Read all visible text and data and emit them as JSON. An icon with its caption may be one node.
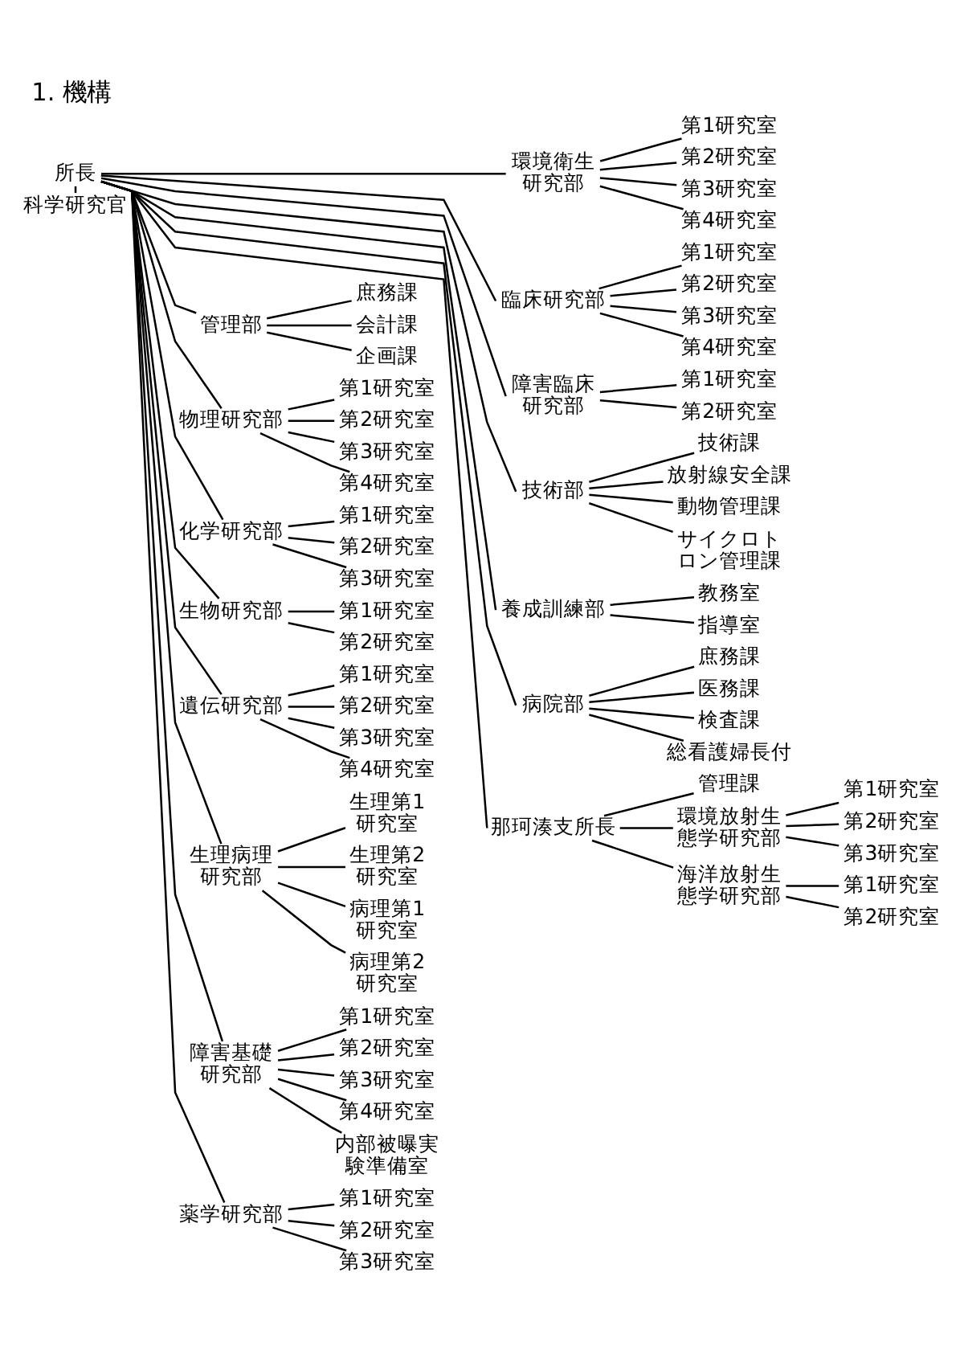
{
  "diagram": {
    "title": "1. 機構",
    "nodes": [
      {
        "text": [
          "所長"
        ]
      },
      {
        "text": [
          "科学研究官"
        ]
      },
      {
        "text": [
          "管理部"
        ]
      },
      {
        "text": [
          "庶務課"
        ]
      },
      {
        "text": [
          "会計課"
        ]
      },
      {
        "text": [
          "企画課"
        ]
      },
      {
        "text": [
          "物理研究部"
        ]
      },
      {
        "text": [
          "第1研究室"
        ]
      },
      {
        "text": [
          "第2研究室"
        ]
      },
      {
        "text": [
          "第3研究室"
        ]
      },
      {
        "text": [
          "第4研究室"
        ]
      },
      {
        "text": [
          "化学研究部"
        ]
      },
      {
        "text": [
          "第1研究室"
        ]
      },
      {
        "text": [
          "第2研究室"
        ]
      },
      {
        "text": [
          "第3研究室"
        ]
      },
      {
        "text": [
          "生物研究部"
        ]
      },
      {
        "text": [
          "第1研究室"
        ]
      },
      {
        "text": [
          "第2研究室"
        ]
      },
      {
        "text": [
          "遺伝研究部"
        ]
      },
      {
        "text": [
          "第1研究室"
        ]
      },
      {
        "text": [
          "第2研究室"
        ]
      },
      {
        "text": [
          "第3研究室"
        ]
      },
      {
        "text": [
          "第4研究室"
        ]
      },
      {
        "text": [
          "生理病理研究部"
        ]
      },
      {
        "text": [
          "生理第1研究室"
        ]
      },
      {
        "text": [
          "生理第2研究室"
        ]
      },
      {
        "text": [
          "病理第1研究室"
        ]
      },
      {
        "text": [
          "病理第2研究室"
        ]
      },
      {
        "text": [
          "障害基礎研究部"
        ]
      },
      {
        "text": [
          "第1研究室"
        ]
      },
      {
        "text": [
          "第2研究室"
        ]
      },
      {
        "text": [
          "第3研究室"
        ]
      },
      {
        "text": [
          "第4研究室"
        ]
      },
      {
        "text": [
          "内部被曝実験準備室"
        ]
      },
      {
        "text": [
          "薬学研究部"
        ]
      },
      {
        "text": [
          "第1研究室"
        ]
      },
      {
        "text": [
          "第2研究室"
        ]
      },
      {
        "text": [
          "第3研究室"
        ]
      },
      {
        "text": [
          "環境衛生研究部"
        ]
      },
      {
        "text": [
          "第1研究室"
        ]
      },
      {
        "text": [
          "第2研究室"
        ]
      },
      {
        "text": [
          "第3研究室"
        ]
      },
      {
        "text": [
          "第4研究室"
        ]
      },
      {
        "text": [
          "臨床研究部"
        ]
      },
      {
        "text": [
          "第1研究室"
        ]
      },
      {
        "text": [
          "第2研究室"
        ]
      },
      {
        "text": [
          "第3研究室"
        ]
      },
      {
        "text": [
          "第4研究室"
        ]
      },
      {
        "text": [
          "障害臨床研究部"
        ]
      },
      {
        "text": [
          "第1研究室"
        ]
      },
      {
        "text": [
          "第2研究室"
        ]
      },
      {
        "text": [
          "技術部"
        ]
      },
      {
        "text": [
          "技術課"
        ]
      },
      {
        "text": [
          "放射線安全課"
        ]
      },
      {
        "text": [
          "動物管理課"
        ]
      },
      {
        "text": [
          "サイクロトロン管理課"
        ]
      },
      {
        "text": [
          "養成訓練部"
        ]
      },
      {
        "text": [
          "教務室"
        ]
      },
      {
        "text": [
          "指導室"
        ]
      },
      {
        "text": [
          "病院部"
        ]
      },
      {
        "text": [
          "庶務課"
        ]
      },
      {
        "text": [
          "医務課"
        ]
      },
      {
        "text": [
          "検査課"
        ]
      },
      {
        "text": [
          "総看護婦長付"
        ]
      },
      {
        "text": [
          "那珂湊支所長"
        ]
      },
      {
        "text": [
          "管理課"
        ]
      },
      {
        "text": [
          "環境放射生態学研究部"
        ]
      },
      {
        "text": [
          "第1研究室"
        ]
      },
      {
        "text": [
          "第2研究室"
        ]
      },
      {
        "text": [
          "第3研究室"
        ]
      },
      {
        "text": [
          "海洋放射生態学研究部"
        ]
      },
      {
        "text": [
          "第1研究室"
        ]
      },
      {
        "text": [
          "第2研究室"
        ]
      }
    ],
    "edges": [
      {
        "from": 0,
        "to": 38,
        "arrow": "none"
      },
      {
        "from": 0,
        "to": 43,
        "arrow": "none"
      },
      {
        "from": 0,
        "to": 48,
        "arrow": "none"
      },
      {
        "from": 0,
        "to": 51,
        "arrow": "none"
      },
      {
        "from": 0,
        "to": 56,
        "arrow": "none"
      },
      {
        "from": 0,
        "to": 59,
        "arrow": "none"
      },
      {
        "from": 0,
        "to": 64,
        "arrow": "none"
      },
      {
        "from": 0,
        "to": 1,
        "arrow": "none"
      },
      {
        "from": 0,
        "to": 2,
        "arrow": "none"
      },
      {
        "from": 2,
        "to": 3,
        "arrow": "none"
      },
      {
        "from": 2,
        "to": 4,
        "arrow": "none"
      },
      {
        "from": 2,
        "to": 5,
        "arrow": "none"
      },
      {
        "from": 0,
        "to": 6,
        "arrow": "none"
      },
      {
        "from": 6,
        "to": 7,
        "arrow": "none"
      },
      {
        "from": 6,
        "to": 8,
        "arrow": "none"
      },
      {
        "from": 6,
        "to": 9,
        "arrow": "none"
      },
      {
        "from": 6,
        "to": 10,
        "arrow": "none"
      },
      {
        "from": 0,
        "to": 11,
        "arrow": "none"
      },
      {
        "from": 11,
        "to": 12,
        "arrow": "none"
      },
      {
        "from": 11,
        "to": 13,
        "arrow": "none"
      },
      {
        "from": 11,
        "to": 14,
        "arrow": "none"
      },
      {
        "from": 0,
        "to": 15,
        "arrow": "none"
      },
      {
        "from": 15,
        "to": 16,
        "arrow": "none"
      },
      {
        "from": 15,
        "to": 17,
        "arrow": "none"
      },
      {
        "from": 0,
        "to": 18,
        "arrow": "none"
      },
      {
        "from": 18,
        "to": 19,
        "arrow": "none"
      },
      {
        "from": 18,
        "to": 20,
        "arrow": "none"
      },
      {
        "from": 18,
        "to": 21,
        "arrow": "none"
      },
      {
        "from": 18,
        "to": 22,
        "arrow": "none"
      },
      {
        "from": 0,
        "to": 23,
        "arrow": "none"
      },
      {
        "from": 23,
        "to": 24,
        "arrow": "none"
      },
      {
        "from": 23,
        "to": 25,
        "arrow": "none"
      },
      {
        "from": 23,
        "to": 26,
        "arrow": "none"
      },
      {
        "from": 23,
        "to": 27,
        "arrow": "none"
      },
      {
        "from": 0,
        "to": 28,
        "arrow": "none"
      },
      {
        "from": 28,
        "to": 29,
        "arrow": "none"
      },
      {
        "from": 28,
        "to": 30,
        "arrow": "none"
      },
      {
        "from": 28,
        "to": 31,
        "arrow": "none"
      },
      {
        "from": 28,
        "to": 32,
        "arrow": "none"
      },
      {
        "from": 28,
        "to": 33,
        "arrow": "none"
      },
      {
        "from": 0,
        "to": 34,
        "arrow": "none"
      },
      {
        "from": 34,
        "to": 35,
        "arrow": "none"
      },
      {
        "from": 34,
        "to": 36,
        "arrow": "none"
      },
      {
        "from": 34,
        "to": 37,
        "arrow": "none"
      },
      {
        "from": 38,
        "to": 39,
        "arrow": "none"
      },
      {
        "from": 38,
        "to": 40,
        "arrow": "none"
      },
      {
        "from": 38,
        "to": 41,
        "arrow": "none"
      },
      {
        "from": 38,
        "to": 42,
        "arrow": "none"
      },
      {
        "from": 43,
        "to": 44,
        "arrow": "none"
      },
      {
        "from": 43,
        "to": 45,
        "arrow": "none"
      },
      {
        "from": 43,
        "to": 46,
        "arrow": "none"
      },
      {
        "from": 43,
        "to": 47,
        "arrow": "none"
      },
      {
        "from": 48,
        "to": 49,
        "arrow": "none"
      },
      {
        "from": 48,
        "to": 50,
        "arrow": "none"
      },
      {
        "from": 51,
        "to": 52,
        "arrow": "none"
      },
      {
        "from": 51,
        "to": 53,
        "arrow": "none"
      },
      {
        "from": 51,
        "to": 54,
        "arrow": "none"
      },
      {
        "from": 51,
        "to": 55,
        "arrow": "none"
      },
      {
        "from": 56,
        "to": 57,
        "arrow": "none"
      },
      {
        "from": 56,
        "to": 58,
        "arrow": "none"
      },
      {
        "from": 59,
        "to": 60,
        "arrow": "none"
      },
      {
        "from": 59,
        "to": 61,
        "arrow": "none"
      },
      {
        "from": 59,
        "to": 62,
        "arrow": "none"
      },
      {
        "from": 59,
        "to": 63,
        "arrow": "none"
      },
      {
        "from": 64,
        "to": 65,
        "arrow": "none"
      },
      {
        "from": 64,
        "to": 66,
        "arrow": "none"
      },
      {
        "from": 66,
        "to": 67,
        "arrow": "none"
      },
      {
        "from": 66,
        "to": 68,
        "arrow": "none"
      },
      {
        "from": 66,
        "to": 69,
        "arrow": "none"
      },
      {
        "from": 64,
        "to": 70,
        "arrow": "none"
      },
      {
        "from": 70,
        "to": 71,
        "arrow": "none"
      },
      {
        "from": 70,
        "to": 72,
        "arrow": "none"
      }
    ]
  }
}
